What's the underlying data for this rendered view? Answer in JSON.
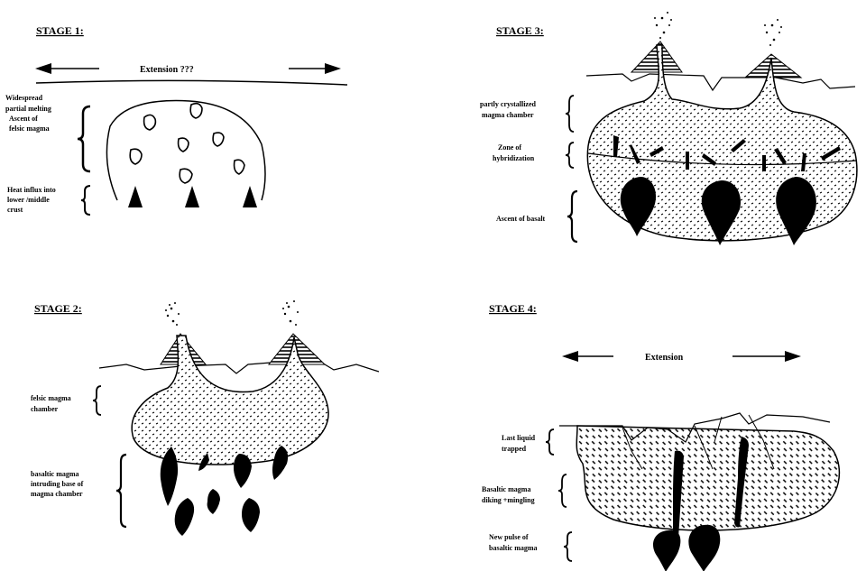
{
  "stage1": {
    "title": "STAGE 1:",
    "extension_label": "Extension ???",
    "labels": {
      "widespread": [
        "Widespread",
        "partial melting",
        "Ascent of",
        "felsic magma"
      ],
      "heat": [
        "Heat influx into",
        "lower /middle",
        "crust"
      ]
    }
  },
  "stage2": {
    "title": "STAGE 2:",
    "labels": {
      "chamber": [
        "felsic magma",
        "chamber"
      ],
      "basaltic": [
        "basaltic magma",
        "intruding base of",
        "magma chamber"
      ]
    }
  },
  "stage3": {
    "title": "STAGE 3:",
    "labels": {
      "partly": [
        "partly crystallized",
        "magma chamber"
      ],
      "zone": [
        "Zone of",
        "hybridization"
      ],
      "ascent": [
        "Ascent of basalt"
      ]
    }
  },
  "stage4": {
    "title": "STAGE 4:",
    "extension_label": "Extension",
    "labels": {
      "last": [
        "Last liquid",
        "trapped"
      ],
      "diking": [
        "Basaltic magma",
        "diking +mingling"
      ],
      "pulse": [
        "New pulse of",
        "basaltic magma"
      ]
    }
  },
  "colors": {
    "ink": "#000000",
    "paper": "#ffffff"
  }
}
